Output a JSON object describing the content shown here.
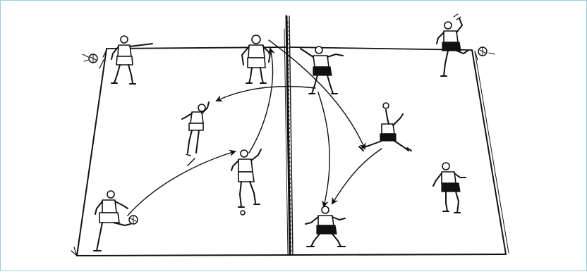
{
  "figure": {
    "kind": "footvolley court drill illustration",
    "colors": {
      "frame_border": "#8fd0e4",
      "ink": "#111111",
      "background": "#ffffff"
    },
    "players": [
      {
        "id": "p1",
        "side": "left",
        "role": "back-corner-server",
        "shorts": "light",
        "has_ball": true
      },
      {
        "id": "p2",
        "side": "left",
        "role": "net-front-receiver",
        "shorts": "light"
      },
      {
        "id": "p3",
        "side": "left",
        "role": "mid-court-jumper",
        "shorts": "light"
      },
      {
        "id": "p4",
        "side": "left",
        "role": "mid-court-kicker",
        "shorts": "light"
      },
      {
        "id": "p5",
        "side": "left",
        "role": "back-corner-kicker",
        "shorts": "light",
        "has_ball": true
      },
      {
        "id": "p6",
        "side": "right",
        "role": "net-front-thrower",
        "shorts": "dark"
      },
      {
        "id": "p7",
        "side": "right",
        "role": "back-corner-server",
        "shorts": "dark",
        "has_ball": true
      },
      {
        "id": "p8",
        "side": "right",
        "role": "mid-court-diver",
        "shorts": "dark"
      },
      {
        "id": "p9",
        "side": "right",
        "role": "right-side-runner",
        "shorts": "dark"
      },
      {
        "id": "p10",
        "side": "right",
        "role": "front-receiver",
        "shorts": "dark"
      }
    ],
    "trajectories": [
      {
        "id": "t1",
        "from": "p5",
        "to": "p4",
        "arrow": true
      },
      {
        "id": "t2",
        "from": "p4",
        "to": "p2",
        "arrow": true
      },
      {
        "id": "t3",
        "from": "p6",
        "to": "p3",
        "arrow": true
      },
      {
        "id": "t4",
        "from": "p2",
        "to": "p8",
        "arrow": true
      },
      {
        "id": "t5",
        "from": "p6",
        "to": "p10",
        "arrow": true
      },
      {
        "id": "t6",
        "from": "p8",
        "to": "p10",
        "arrow": true
      }
    ]
  }
}
